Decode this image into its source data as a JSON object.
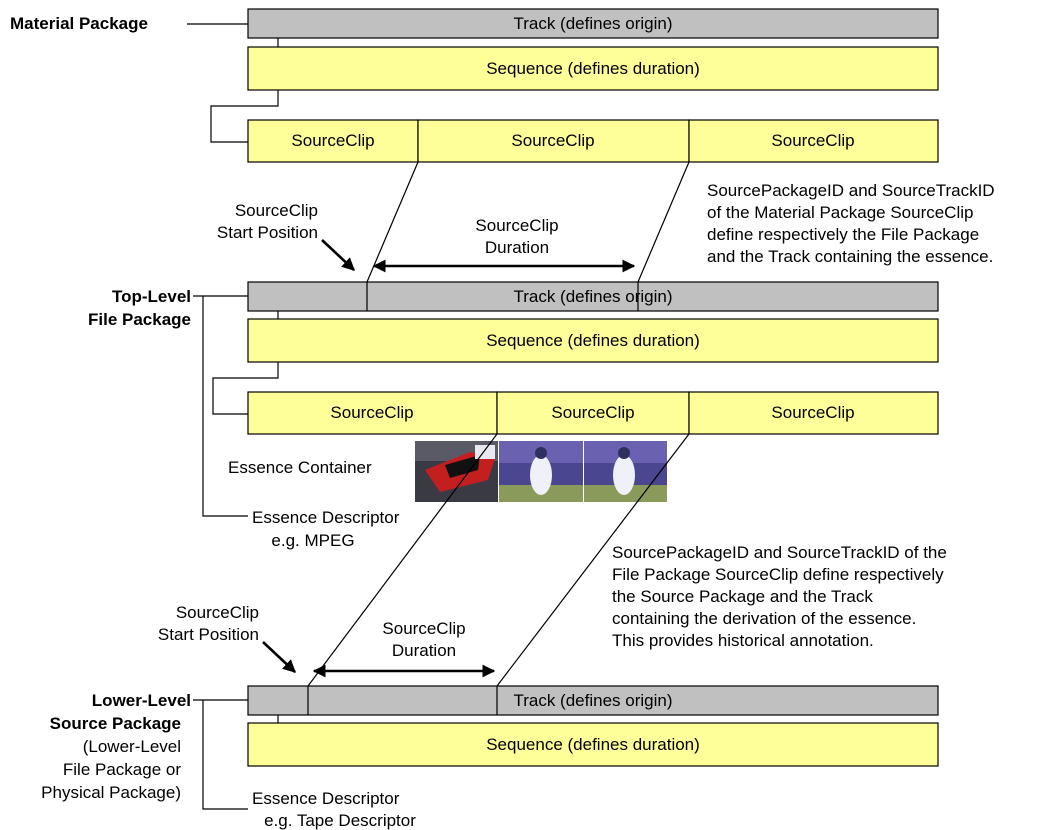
{
  "labels": {
    "material_package": "Material Package",
    "top_level_1": "Top-Level",
    "top_level_2": "File Package",
    "lower_level_1": "Lower-Level",
    "lower_level_2": "Source Package",
    "lower_level_3": "(Lower-Level",
    "lower_level_4": "File Package or",
    "lower_level_5": "Physical Package)"
  },
  "track_label": "Track (defines origin)",
  "sequence_label": "Sequence (defines duration)",
  "sourceclip_label": "SourceClip",
  "start_position": {
    "line1": "SourceClip",
    "line2": "Start Position"
  },
  "duration": {
    "line1": "SourceClip",
    "line2": "Duration"
  },
  "essence_container": "Essence Container",
  "essence_descriptor_mpeg": {
    "line1": "Essence Descriptor",
    "line2": "e.g. MPEG"
  },
  "essence_descriptor_tape": {
    "line1": "Essence Descriptor",
    "line2": "e.g. Tape Descriptor"
  },
  "note_material": [
    "SourcePackageID and SourceTrackID",
    "of the Material Package SourceClip",
    "define respectively the File Package",
    "and the Track containing the essence."
  ],
  "note_file": [
    "SourcePackageID and SourceTrackID of the",
    "File Package SourceClip define respectively",
    "the Source Package and the Track",
    "containing the derivation of the essence.",
    "This provides historical annotation."
  ]
}
